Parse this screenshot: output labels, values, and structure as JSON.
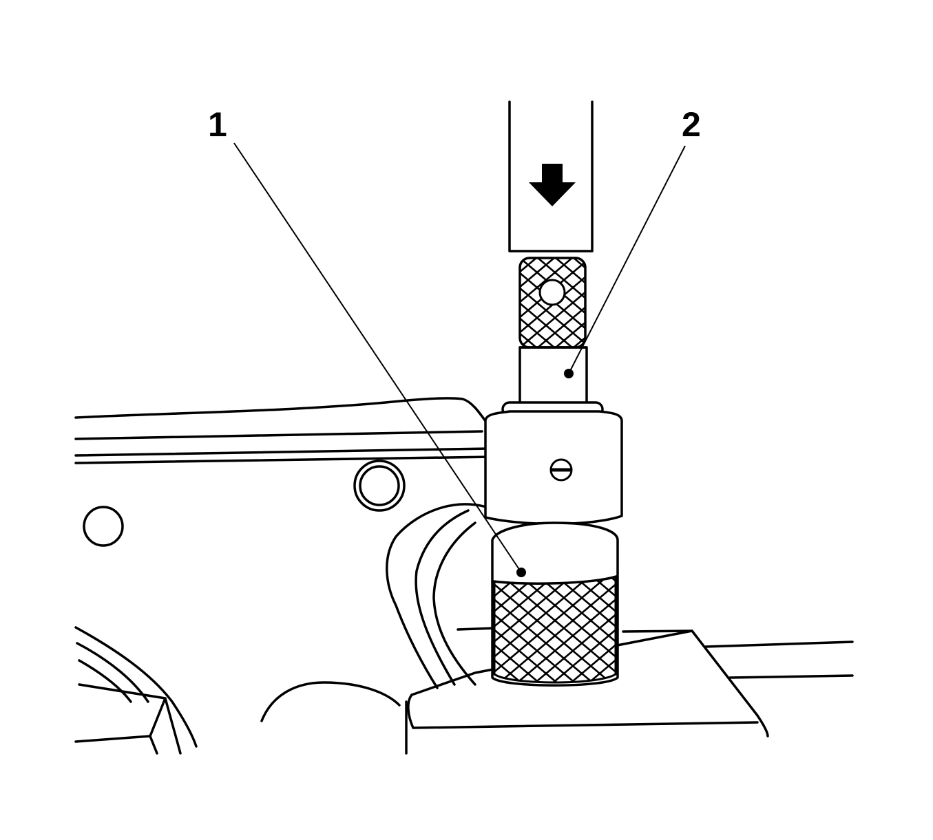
{
  "callouts": [
    {
      "id": "1",
      "label": "1"
    },
    {
      "id": "2",
      "label": "2"
    }
  ],
  "colors": {
    "line": "#000000",
    "background": "#ffffff"
  },
  "icons": {
    "press_direction": "down-arrow-icon"
  }
}
